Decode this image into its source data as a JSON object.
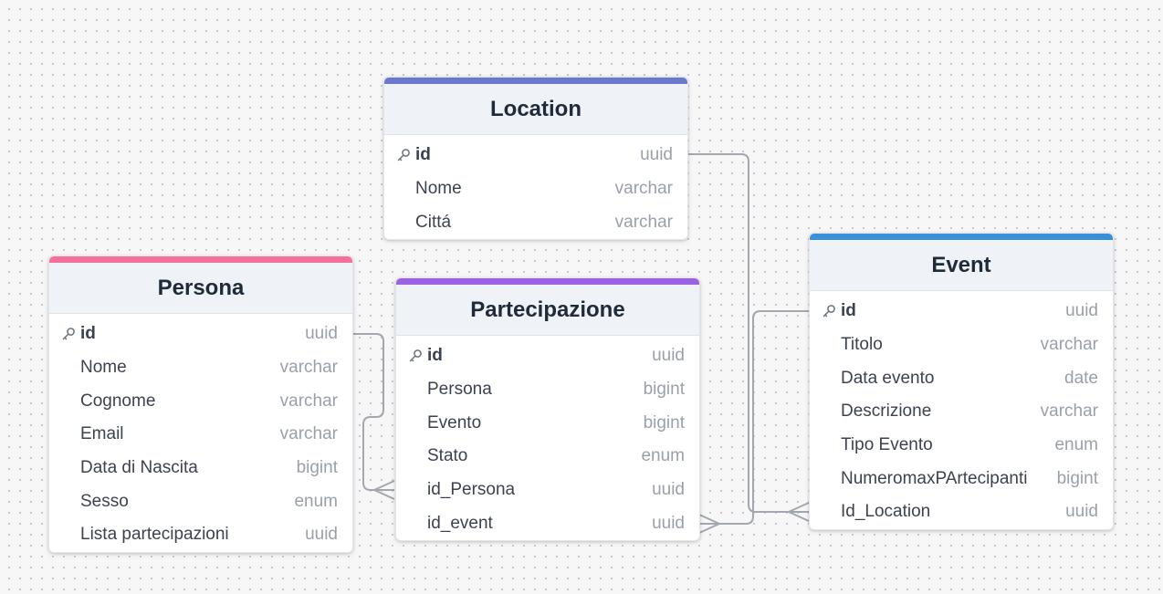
{
  "tables": {
    "location": {
      "title": "Location",
      "accent": "#6b78d0",
      "columns": [
        {
          "name": "id",
          "type": "uuid"
        },
        {
          "name": "Nome",
          "type": "varchar"
        },
        {
          "name": "Cittá",
          "type": "varchar"
        }
      ]
    },
    "persona": {
      "title": "Persona",
      "accent": "#f4709c",
      "columns": [
        {
          "name": "id",
          "type": "uuid"
        },
        {
          "name": "Nome",
          "type": "varchar"
        },
        {
          "name": "Cognome",
          "type": "varchar"
        },
        {
          "name": "Email",
          "type": "varchar"
        },
        {
          "name": "Data di Nascita",
          "type": "bigint"
        },
        {
          "name": "Sesso",
          "type": "enum"
        },
        {
          "name": "Lista partecipazioni",
          "type": "uuid"
        }
      ]
    },
    "partecipazione": {
      "title": "Partecipazione",
      "accent": "#9a62e0",
      "columns": [
        {
          "name": "id",
          "type": "uuid"
        },
        {
          "name": "Persona",
          "type": "bigint"
        },
        {
          "name": "Evento",
          "type": "bigint"
        },
        {
          "name": "Stato",
          "type": "enum"
        },
        {
          "name": "id_Persona",
          "type": "uuid"
        },
        {
          "name": "id_event",
          "type": "uuid"
        }
      ]
    },
    "event": {
      "title": "Event",
      "accent": "#3a8fd8",
      "columns": [
        {
          "name": "id",
          "type": "uuid"
        },
        {
          "name": "Titolo",
          "type": "varchar"
        },
        {
          "name": "Data evento",
          "type": "date"
        },
        {
          "name": "Descrizione",
          "type": "varchar"
        },
        {
          "name": "Tipo Evento",
          "type": "enum"
        },
        {
          "name": "NumeromaxPArtecipanti",
          "type": "bigint"
        },
        {
          "name": "Id_Location",
          "type": "uuid"
        }
      ]
    }
  },
  "relations": [
    {
      "from": "persona.id",
      "to": "partecipazione.id_Persona",
      "cardinality": "one-to-many"
    },
    {
      "from": "event.id",
      "to": "partecipazione.id_event",
      "cardinality": "one-to-many"
    },
    {
      "from": "location.id",
      "to": "event.Id_Location",
      "cardinality": "one-to-many"
    }
  ],
  "colors": {
    "edge": "#a3a7ae",
    "header_bg": "#eff2f7",
    "title_text": "#1f2a3a",
    "type_text": "#9aa0ab"
  }
}
